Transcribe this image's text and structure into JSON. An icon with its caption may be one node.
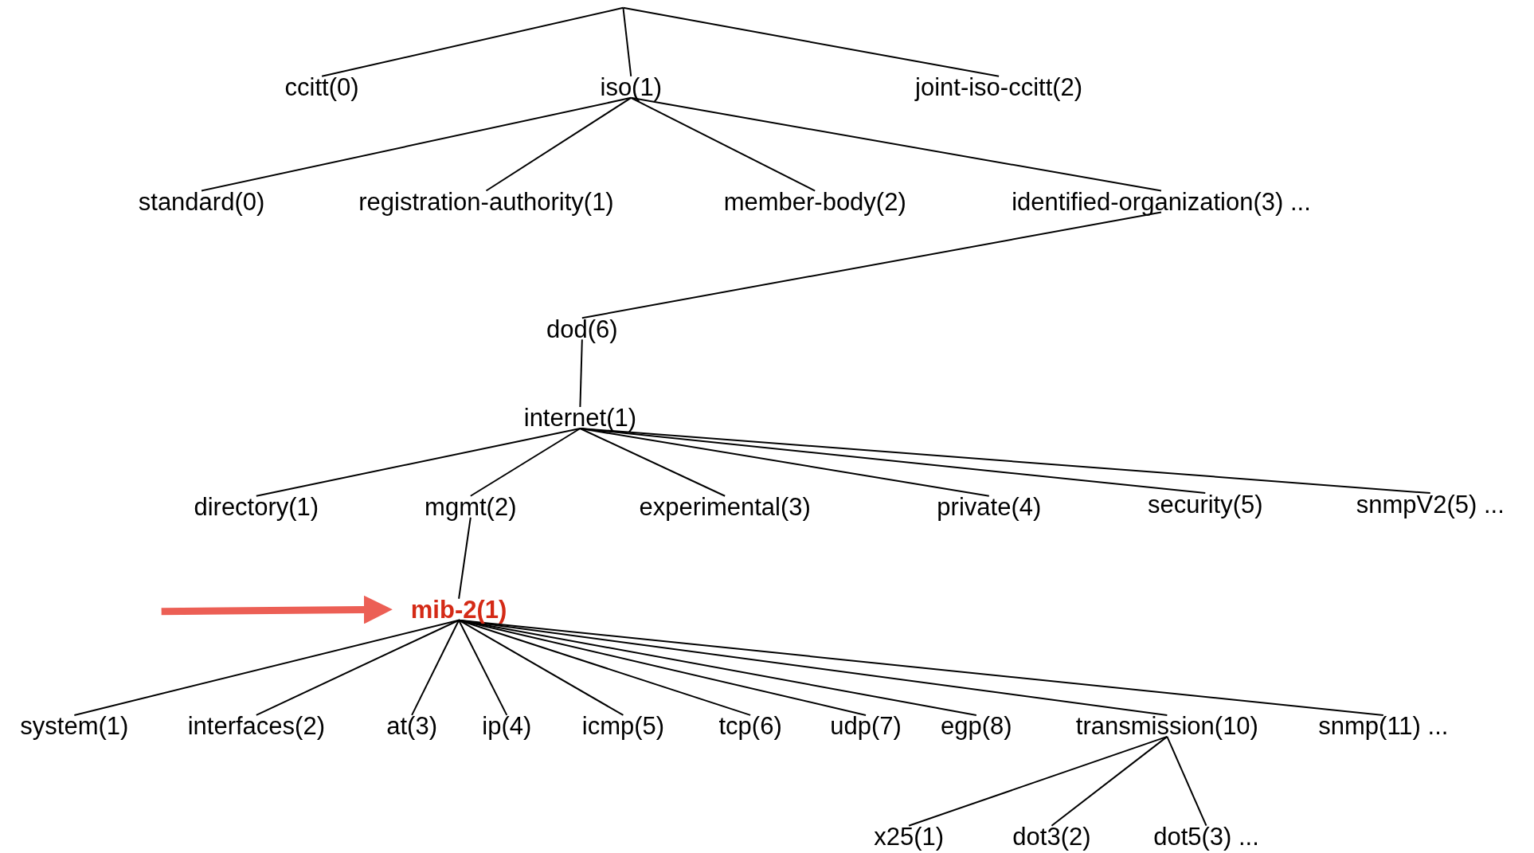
{
  "diagram": {
    "nodes": [
      {
        "text": [
          "ccitt(0)"
        ]
      },
      {
        "text": [
          "iso(1)"
        ]
      },
      {
        "text": [
          "joint-iso-ccitt(2)"
        ]
      },
      {
        "text": [
          "standard(0)"
        ]
      },
      {
        "text": [
          "registration-authority(1)"
        ]
      },
      {
        "text": [
          "member-body(2)"
        ]
      },
      {
        "text": [
          "identified-organization(3) ..."
        ]
      },
      {
        "text": [
          "dod(6)"
        ]
      },
      {
        "text": [
          "internet(1)"
        ]
      },
      {
        "text": [
          "directory(1)"
        ]
      },
      {
        "text": [
          "mgmt(2)"
        ]
      },
      {
        "text": [
          "experimental(3)"
        ]
      },
      {
        "text": [
          "private(4)"
        ]
      },
      {
        "text": [
          "security(5)"
        ]
      },
      {
        "text": [
          "snmpV2(5) ..."
        ]
      },
      {
        "text": [
          "mib-2(1)"
        ]
      },
      {
        "text": [
          "system(1)"
        ]
      },
      {
        "text": [
          "interfaces(2)"
        ]
      },
      {
        "text": [
          "at(3)"
        ]
      },
      {
        "text": [
          "ip(4)"
        ]
      },
      {
        "text": [
          "icmp(5)"
        ]
      },
      {
        "text": [
          "tcp(6)"
        ]
      },
      {
        "text": [
          "udp(7)"
        ]
      },
      {
        "text": [
          "egp(8)"
        ]
      },
      {
        "text": [
          "transmission(10)"
        ]
      },
      {
        "text": [
          "snmp(11) ..."
        ]
      },
      {
        "text": [
          "x25(1)"
        ]
      },
      {
        "text": [
          "dot3(2)"
        ]
      },
      {
        "text": [
          "dot5(3) ..."
        ]
      }
    ],
    "edges": [
      {
        "from": null,
        "to": 0,
        "arrow": "none"
      },
      {
        "from": null,
        "to": 1,
        "arrow": "none"
      },
      {
        "from": null,
        "to": 2,
        "arrow": "none"
      },
      {
        "from": 1,
        "to": 3,
        "arrow": "none"
      },
      {
        "from": 1,
        "to": 4,
        "arrow": "none"
      },
      {
        "from": 1,
        "to": 5,
        "arrow": "none"
      },
      {
        "from": 1,
        "to": 6,
        "arrow": "none"
      },
      {
        "from": 6,
        "to": 7,
        "arrow": "none"
      },
      {
        "from": 7,
        "to": 8,
        "arrow": "none"
      },
      {
        "from": 8,
        "to": 9,
        "arrow": "none"
      },
      {
        "from": 8,
        "to": 10,
        "arrow": "none"
      },
      {
        "from": 8,
        "to": 11,
        "arrow": "none"
      },
      {
        "from": 8,
        "to": 12,
        "arrow": "none"
      },
      {
        "from": 8,
        "to": 13,
        "arrow": "none"
      },
      {
        "from": 8,
        "to": 14,
        "arrow": "none"
      },
      {
        "from": 10,
        "to": 15,
        "arrow": "none"
      },
      {
        "from": 15,
        "to": 16,
        "arrow": "none"
      },
      {
        "from": 15,
        "to": 17,
        "arrow": "none"
      },
      {
        "from": 15,
        "to": 18,
        "arrow": "none"
      },
      {
        "from": 15,
        "to": 19,
        "arrow": "none"
      },
      {
        "from": 15,
        "to": 20,
        "arrow": "none"
      },
      {
        "from": 15,
        "to": 21,
        "arrow": "none"
      },
      {
        "from": 15,
        "to": 22,
        "arrow": "none"
      },
      {
        "from": 15,
        "to": 23,
        "arrow": "none"
      },
      {
        "from": 15,
        "to": 24,
        "arrow": "none"
      },
      {
        "from": 15,
        "to": 25,
        "arrow": "none"
      },
      {
        "from": 24,
        "to": 26,
        "arrow": "none"
      },
      {
        "from": 24,
        "to": 27,
        "arrow": "none"
      },
      {
        "from": 24,
        "to": 28,
        "arrow": "none"
      },
      {
        "from": null,
        "to": 15,
        "arrow": "to",
        "style": "thick",
        "color": "#ec5f55"
      }
    ]
  }
}
